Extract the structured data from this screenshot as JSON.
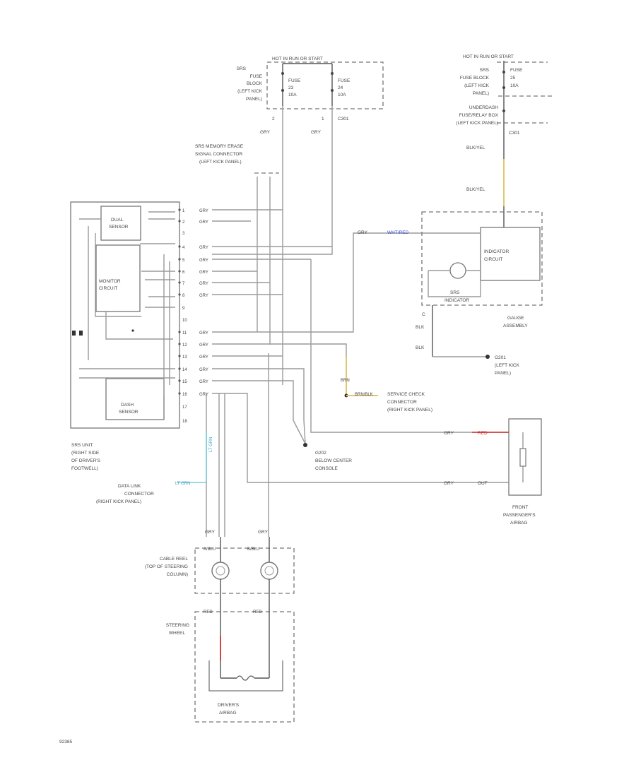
{
  "fuse_box_left": {
    "header": "HOT IN RUN OR START",
    "label_lines": [
      "SRS",
      "FUSE",
      "BLOCK",
      "(LEFT KICK",
      "PANEL)"
    ],
    "fuse_a": [
      "FUSE",
      "23",
      "10A"
    ],
    "fuse_b": [
      "FUSE",
      "24",
      "10A"
    ],
    "wire_2": "2",
    "wire_1": "1",
    "wire_c301": "C301",
    "color_a": "GRY",
    "color_b": "GRY"
  },
  "fuse_box_right": {
    "header": "HOT IN RUN OR START",
    "label_lines": [
      "SRS",
      "FUSE BLOCK",
      "(LEFT KICK",
      "PANEL)"
    ],
    "fuse": [
      "FUSE",
      "25",
      "10A"
    ],
    "underdash": [
      "UNDERDASH",
      "FUSE/RELAY BOX",
      "(LEFT KICK PANEL)"
    ],
    "connector": "C301",
    "wire_top": "BLK/YEL",
    "wire_bottom": "BLK/YEL"
  },
  "memory_connector": [
    "SRS MEMORY ERASE",
    "SIGNAL CONNECTOR",
    "(LEFT KICK PANEL)"
  ],
  "srs_unit": {
    "dual_sensor": [
      "DUAL",
      "SENSOR"
    ],
    "monitor": [
      "MONITOR",
      "CIRCUIT"
    ],
    "dash_sensor": [
      "DASH",
      "SENSOR"
    ],
    "label": [
      "SRS UNIT",
      "(RIGHT SIDE",
      "OF DRIVER'S",
      "FOOTWELL)"
    ],
    "pins": [
      "1",
      "2",
      "3",
      "4",
      "5",
      "6",
      "7",
      "8",
      "9",
      "10",
      "11",
      "12",
      "13",
      "14",
      "15",
      "16",
      "17",
      "18"
    ],
    "wire_colors": [
      "GRY",
      "GRY",
      "",
      "GRY",
      "GRY",
      "GRY",
      "GRY",
      "GRY",
      "GRY",
      "",
      "GRY",
      "GRY",
      "GRY",
      "GRY",
      "GRY",
      "GRY",
      "",
      ""
    ]
  },
  "gauge": {
    "wire_in": "GRY",
    "wire_in_b": "WHT/RED",
    "indicator": [
      "INDICATOR",
      "CIRCUIT"
    ],
    "srs_indicator": [
      "SRS",
      "INDICATOR"
    ],
    "assembly": [
      "GAUGE",
      "ASSEMBLY"
    ],
    "c": "C",
    "blk_a": "BLK",
    "blk_b": "BLK",
    "ground": [
      "G201",
      "(LEFT KICK",
      "PANEL)"
    ]
  },
  "service_check": {
    "colors": [
      "BRN",
      "BRN/BLK"
    ],
    "label": [
      "SERVICE CHECK",
      "CONNECTOR",
      "(RIGHT KICK PANEL)"
    ]
  },
  "ground_g202": [
    "G202",
    "BELOW CENTER",
    "CONSOLE"
  ],
  "passenger_airbag": {
    "wire_a": "GRY",
    "wire_a_color": "RED",
    "wire_b": "GRY",
    "wire_b_color": "OUT",
    "label": [
      "FRONT",
      "PASSENGER'S",
      "AIRBAG"
    ]
  },
  "data_link": {
    "color": "LT GRN",
    "color_b": "LT GRN",
    "label": [
      "DATA LINK",
      "CONNECTOR",
      "(RIGHT KICK PANEL)"
    ]
  },
  "cable_reel": {
    "label": [
      "CABLE REEL",
      "(TOP OF STEERING",
      "COLUMN)"
    ],
    "wire_a": "GRY",
    "wire_b": "GRY",
    "top_a": "A/BLU",
    "top_b": "B/BLU"
  },
  "steering": {
    "label": [
      "STEERING",
      "WHEEL"
    ],
    "top_a": "RED",
    "top_b": "RED",
    "driver": [
      "DRIVER'S",
      "AIRBAG"
    ]
  },
  "footer_code": "92385"
}
